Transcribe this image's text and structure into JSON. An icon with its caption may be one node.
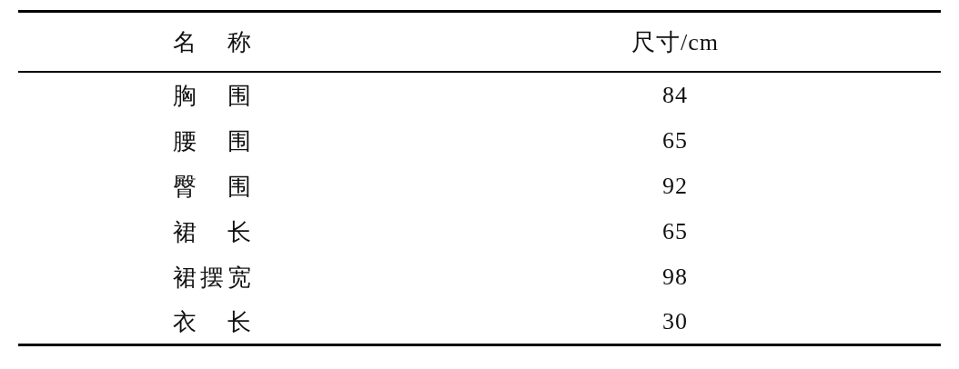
{
  "diagram": {
    "labels": [
      "名　称",
      "尺寸/cm",
      "胸　围",
      "84",
      "腰　围",
      "65",
      "臀　围",
      "92",
      "裙　长",
      "65",
      "裙摆宽",
      "98",
      "衣　长",
      "30"
    ]
  }
}
